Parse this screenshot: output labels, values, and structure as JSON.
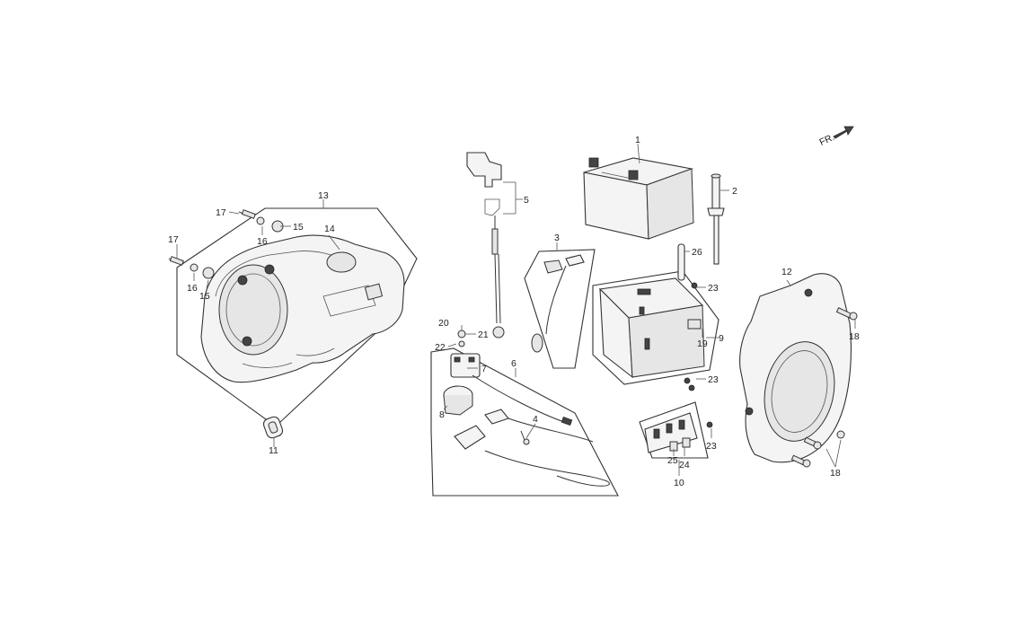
{
  "orientation": {
    "label": "FR.",
    "arrow_icon": "front-direction-arrow-icon"
  },
  "callouts": {
    "c1": "1",
    "c2": "2",
    "c3": "3",
    "c4": "4",
    "c5": "5",
    "c6": "6",
    "c7": "7",
    "c8": "8",
    "c9": "9",
    "c10": "10",
    "c11": "11",
    "c12": "12",
    "c13": "13",
    "c14": "14",
    "c15a": "15",
    "c15b": "15",
    "c16a": "16",
    "c16b": "16",
    "c17a": "17",
    "c17b": "17",
    "c18a": "18",
    "c18b": "18",
    "c19": "19",
    "c20": "20",
    "c21": "21",
    "c22": "22",
    "c23a": "23",
    "c23b": "23",
    "c23c": "23",
    "c24": "24",
    "c25": "25",
    "c26": "26"
  }
}
